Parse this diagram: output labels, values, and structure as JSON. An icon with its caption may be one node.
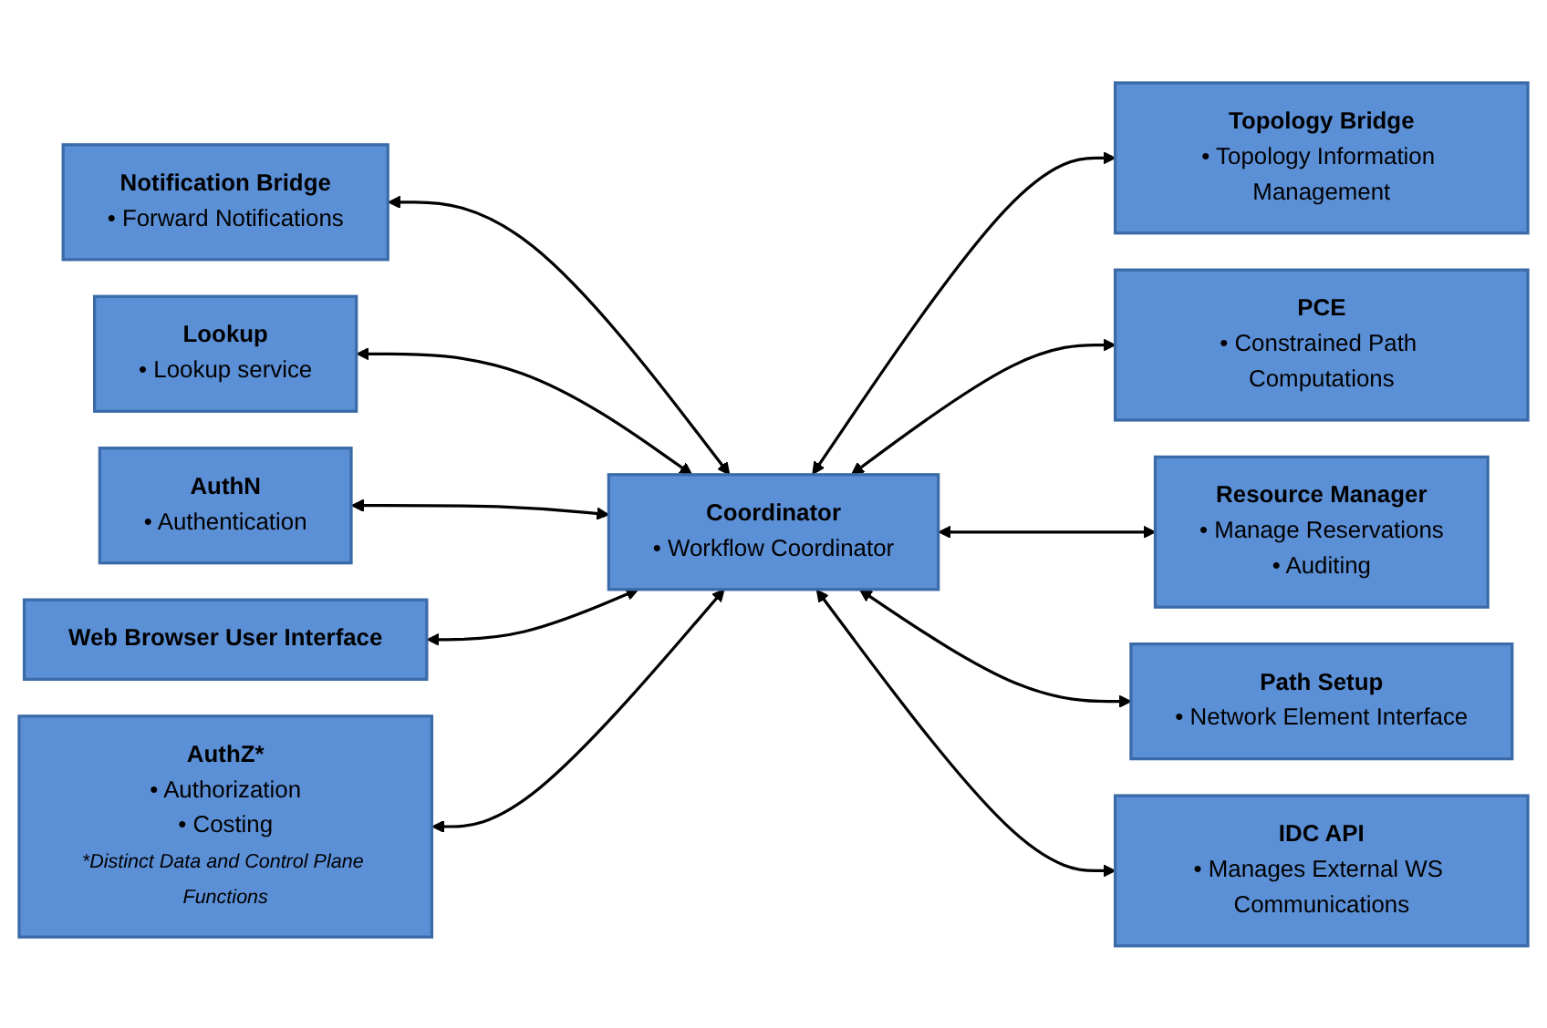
{
  "diagram": {
    "nodes": [
      {
        "text": [
          "Notification Bridge",
          "• Forward Notifications"
        ]
      },
      {
        "text": [
          "Lookup",
          "• Lookup service"
        ]
      },
      {
        "text": [
          "Topology Bridge",
          "• Topology Information Management"
        ]
      },
      {
        "text": [
          "AuthN",
          "• Authentication"
        ]
      },
      {
        "text": [
          "Coordinator",
          "• Workflow Coordinator"
        ]
      },
      {
        "text": [
          "PCE",
          "• Constrained Path Computations"
        ]
      },
      {
        "text": [
          "Web Browser User Interface"
        ]
      },
      {
        "text": [
          "Resource Manager",
          "• Manage Reservations",
          "• Auditing"
        ]
      },
      {
        "text": [
          "AuthZ*",
          "• Authorization",
          "• Costing",
          "*Distinct Data and Control Plane Functions"
        ]
      },
      {
        "text": [
          "Path Setup",
          "• Network Element Interface"
        ]
      },
      {
        "text": [
          "IDC API",
          "• Manages External WS Communications"
        ]
      }
    ],
    "edges": [
      {
        "from": 0,
        "to": 4,
        "arrow": "both"
      },
      {
        "from": 1,
        "to": 4,
        "arrow": "both"
      },
      {
        "from": 4,
        "to": 2,
        "arrow": "both"
      },
      {
        "from": 3,
        "to": 4,
        "arrow": "both"
      },
      {
        "from": 4,
        "to": 5,
        "arrow": "both"
      },
      {
        "from": 6,
        "to": 4,
        "arrow": "both"
      },
      {
        "from": 4,
        "to": 7,
        "arrow": "both"
      },
      {
        "from": 8,
        "to": 4,
        "arrow": "both"
      },
      {
        "from": 4,
        "to": 9,
        "arrow": "both"
      },
      {
        "from": 4,
        "to": 10,
        "arrow": "both"
      }
    ]
  }
}
